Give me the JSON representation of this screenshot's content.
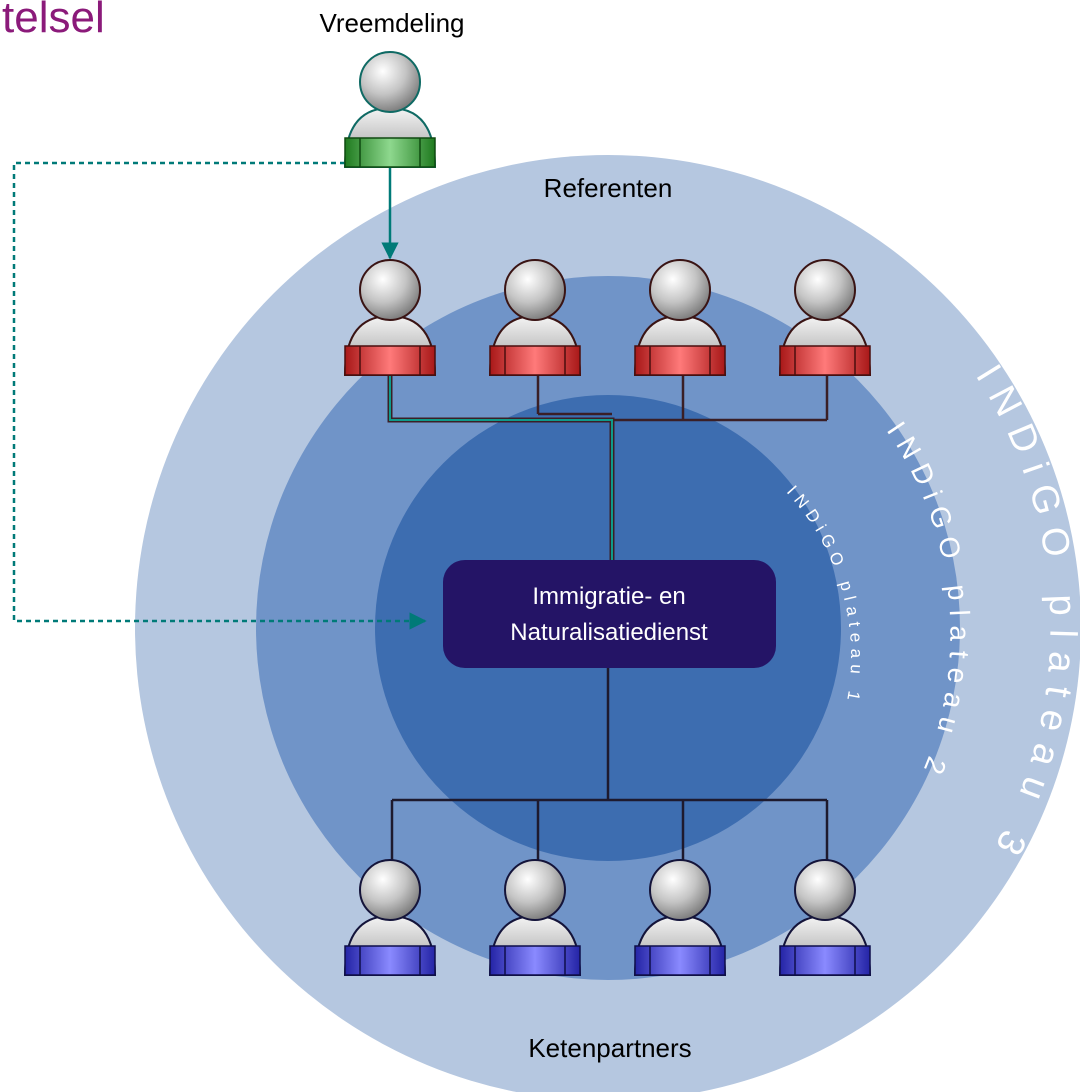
{
  "header": {
    "fragment_title": "telsel"
  },
  "labels": {
    "vreemdeling": "Vreemdeling",
    "referenten": "Referenten",
    "ketenpartners": "Ketenpartners",
    "ind_line1": "Immigratie- en",
    "ind_line2": "Naturalisatiedienst"
  },
  "rings": {
    "plateau1": "INDiGO plateau 1",
    "plateau2": "INDiGO plateau 2",
    "plateau3": "INDiGO plateau 3"
  },
  "colors": {
    "title_purple": "#8b1a7a",
    "ring_outer": "#b5c7e0",
    "ring_middle": "#7094c8",
    "ring_inner": "#3d6db0",
    "ind_box": "#241466",
    "vreemdeling_band": "#4aa24a",
    "referent_band": "#e04a4a",
    "partner_band": "#4a4ad8",
    "teal_line": "#007a78",
    "dark_line": "#3a1f26"
  },
  "icons": {
    "person": "person-icon"
  }
}
